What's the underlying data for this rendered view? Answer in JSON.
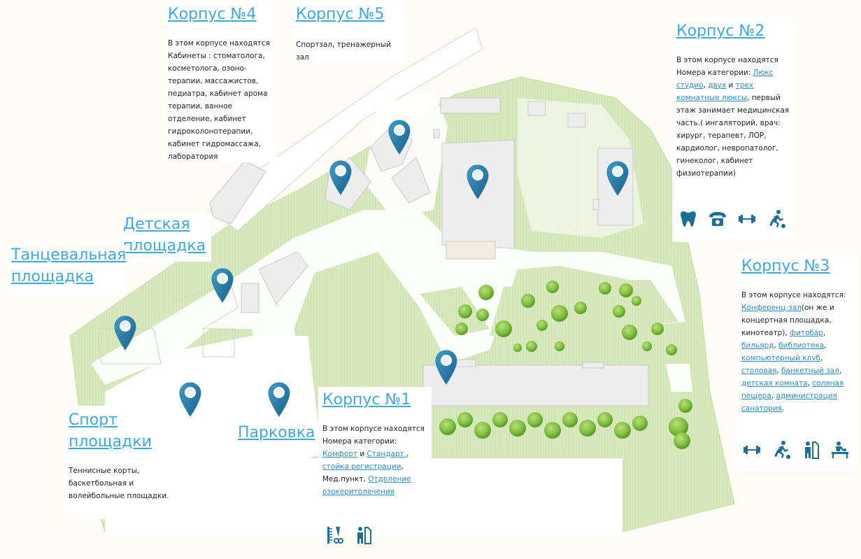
{
  "buildings": {
    "k4": {
      "title": "Корпус №4",
      "intro": "В этом корпусе находятся",
      "text": "Кабинеты : стоматолога, косметолога, озоно-терапии, массажистов, педиатра, кабинет арома терапии, ванное отделение, кабинет гидроколонотерапии, кабинет гидромассажа, лаборатория"
    },
    "k5": {
      "title": "Корпус №5",
      "text": "Спортзал, тренажерный зал"
    },
    "k2": {
      "title": "Корпус №2",
      "intro": "В этом корпусе находятся",
      "prefix": "Номера категории:",
      "link_lux_studio": "Люкс студио",
      "sep1": ",",
      "link_two": "двух",
      "and": "и",
      "link_three": "трех комнатные люксы",
      "suffix": ", первый этаж занимает медицинская часть.( ингаляторий, врач: хирург, терапевт, ЛОР, кардиолог, невропатолог, гинеколог, кабинет физиотерапии)"
    },
    "k3": {
      "title": "Корпус №3",
      "intro": "В этом корпусе находятся:",
      "link_conf": "Конференц-зал",
      "conf_note": "(он же и концертная площадка, кинотеатр),",
      "links": [
        "фитобар",
        "бильярд",
        "библиотека",
        "компьютерный клуб",
        "столовая",
        "банкетный зал",
        "детская комната",
        "соляная пещера",
        "администрация санатория"
      ],
      "end": "."
    },
    "k1": {
      "title": "Корпус №1",
      "intro": "В этом корпусе находятся",
      "prefix": "Номера категории:",
      "link_comfort": "Комфорт",
      "and": "и",
      "link_standard": "Стандарт ",
      "link_reg": "стойка регистрации",
      "medpunkt": ", Мед.пункт,",
      "link_ozo": "Отделение озокеритолечения"
    }
  },
  "areas": {
    "kids": "Детская площадка",
    "dance": "Танцевальная площадка",
    "sport_title": "Спорт площадки",
    "sport_text": "Теннисные корты, баскетбольная и волейбольные площадки.",
    "parking": "Парковка"
  },
  "icons": {
    "k2": [
      "tooth-icon",
      "phone-icon",
      "dumbbell-icon",
      "football-player-icon"
    ],
    "k3": [
      "dumbbell-icon",
      "football-player-icon",
      "sauna-icon",
      "massage-icon"
    ],
    "k1": [
      "comb-scissors-icon",
      "sauna-icon"
    ]
  },
  "colors": {
    "lawn": "#cfe3b0",
    "path": "#ffffff",
    "building": "#ededed",
    "pin": "#2b7fae",
    "title": "#3fa9d8",
    "icon": "#1e6f98"
  }
}
